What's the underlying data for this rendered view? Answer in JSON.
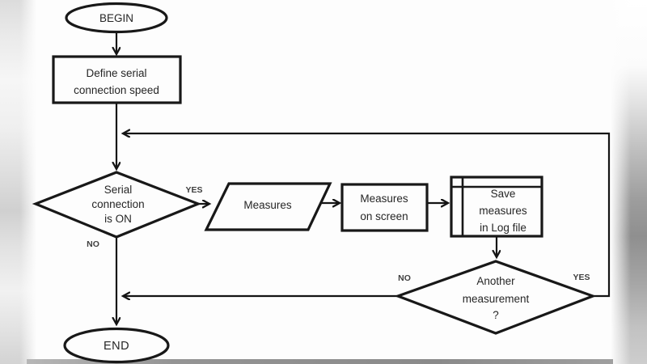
{
  "diagram": {
    "type": "flowchart",
    "colors": {
      "stroke": "#181818",
      "text": "#262626",
      "edge_label": "#3f3f3f",
      "canvas": "#fdfdfd"
    },
    "nodes": {
      "begin": {
        "shape": "terminator",
        "label": "BEGIN"
      },
      "define_speed": {
        "shape": "process",
        "line1": "Define serial",
        "line2": "connection speed"
      },
      "serial_on": {
        "shape": "decision",
        "line1": "Serial",
        "line2": "connection",
        "line3": "is ON"
      },
      "measures": {
        "shape": "input-output",
        "label": "Measures"
      },
      "measures_on_screen": {
        "shape": "process",
        "line1": "Measures",
        "line2": "on screen"
      },
      "save_log": {
        "shape": "internal-storage",
        "line1": "Save",
        "line2": "measures",
        "line3": "in Log file"
      },
      "another_measurement": {
        "shape": "decision",
        "line1": "Another",
        "line2": "measurement",
        "line3": "?"
      },
      "end": {
        "shape": "terminator",
        "label": "END"
      }
    },
    "edge_labels": {
      "serial_on_yes": "YES",
      "serial_on_no": "NO",
      "another_yes": "YES",
      "another_no": "NO"
    }
  }
}
